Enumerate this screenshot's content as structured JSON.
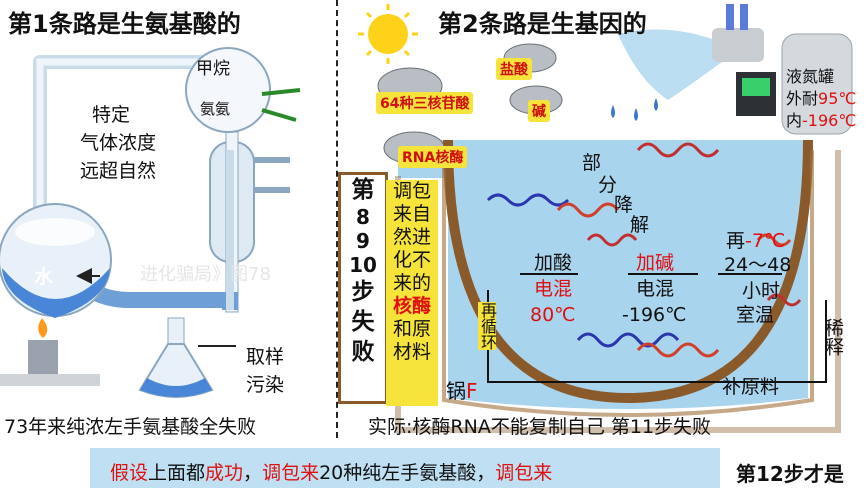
{
  "left": {
    "title": "第1条路是生氨基酸的",
    "methane": "甲烷",
    "ammonia": "氨氨",
    "gas_note": [
      "特定",
      "气体浓度",
      "远超自然"
    ],
    "water": "水",
    "sample": [
      "取样",
      "污染"
    ],
    "watermark": "进化骗局》图78",
    "bottom": "73年来纯浓左手氨基酸全失败"
  },
  "right": {
    "title": "第2条路是生基因的",
    "pots": [
      "盐酸",
      "64种三核苷酸",
      "碱",
      "RNA核酶"
    ],
    "tank": {
      "name": "液氮罐",
      "ext_prefix": "外耐",
      "ext_temp": "95℃",
      "int_prefix": "内",
      "int_temp": "-196℃"
    },
    "decompose": [
      "部",
      "分",
      "降",
      "解"
    ],
    "steps_box": [
      "第",
      "8",
      "9",
      "10",
      "步",
      "失",
      "败"
    ],
    "yellow_box": {
      "lines": [
        "调包",
        "来自",
        "然进",
        "化不",
        "来的"
      ],
      "red": [
        "核酶"
      ],
      "rest": [
        "和原",
        "材料"
      ]
    },
    "acid": {
      "label": "加酸",
      "mix": "电混",
      "temp": "80℃"
    },
    "base": {
      "label": "加碱",
      "mix": "电混",
      "temp": "-196℃"
    },
    "again": {
      "prefix": "再",
      "temp": "-7℃",
      "range": "24～48",
      "unit": "小时",
      "room": "室温"
    },
    "cycle": "再循环",
    "pot_label": "锅",
    "pot_letter": "F",
    "dilute": "稀释",
    "replenish": "补原料",
    "bottom": "实际:核酶RNA不能复制自己  第11步失败"
  },
  "banner": {
    "parts": [
      "假设",
      "上面都",
      "成功",
      "，",
      "调包来",
      "20种纯左手氨基酸，",
      "调包来"
    ]
  },
  "step12": "第12步才是",
  "colors": {
    "red": "#e01010",
    "yellow": "#f6e43a",
    "water": "#a9d4ee",
    "brown": "#8a5a2b"
  }
}
